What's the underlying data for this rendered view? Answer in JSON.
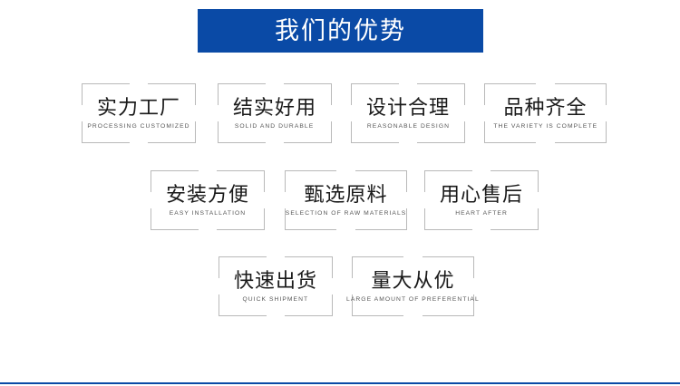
{
  "banner": {
    "title": "我们的优势",
    "background_color": "#0a4aa6",
    "text_color": "#ffffff"
  },
  "theme": {
    "accent_color": "#0a4aa6",
    "box_border_color": "#b9b9b9",
    "cn_text_color": "#1a1a1a",
    "en_text_color": "#555555",
    "page_background": "#ffffff"
  },
  "rows": [
    {
      "items": [
        {
          "cn": "实力工厂",
          "en": "PROCESSING CUSTOMIZED"
        },
        {
          "cn": "结实好用",
          "en": "SOLID AND DURABLE"
        },
        {
          "cn": "设计合理",
          "en": "REASONABLE DESIGN"
        },
        {
          "cn": "品种齐全",
          "en": "THE VARIETY IS COMPLETE"
        }
      ]
    },
    {
      "items": [
        {
          "cn": "安装方便",
          "en": "EASY INSTALLATION"
        },
        {
          "cn": "甄选原料",
          "en": "SELECTION OF RAW MATERIALS"
        },
        {
          "cn": "用心售后",
          "en": "HEART AFTER"
        }
      ]
    },
    {
      "items": [
        {
          "cn": "快速出货",
          "en": "QUICK SHIPMENT"
        },
        {
          "cn": "量大从优",
          "en": "LARGE AMOUNT OF PREFERENTIAL"
        }
      ]
    }
  ]
}
